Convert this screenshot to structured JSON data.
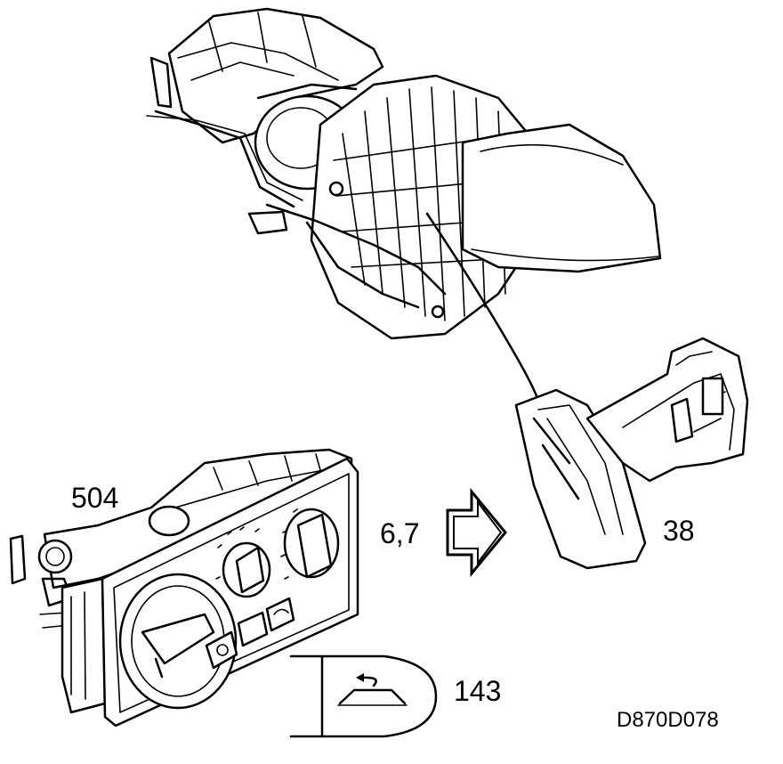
{
  "labels": {
    "part_504": "504",
    "step_ref": "6,7",
    "part_38": "38",
    "part_143": "143",
    "drawing_id": "D870D078"
  },
  "icons": {
    "arrow": "hollow-right-arrow-icon",
    "recirculation": "recirculation-button-icon"
  },
  "colors": {
    "line": "#000000",
    "background": "#ffffff"
  }
}
